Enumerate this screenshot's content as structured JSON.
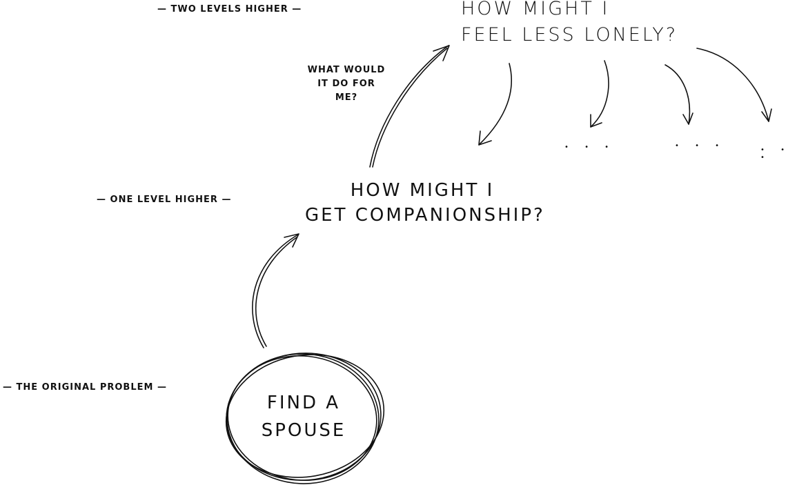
{
  "levels": {
    "two_higher": "— TWO LEVELS HIGHER —",
    "one_higher": "— ONE LEVEL HIGHER —",
    "original": "— THE ORIGINAL PROBLEM —"
  },
  "top_question": {
    "line1": "HOW MIGHT I",
    "line2": "FEEL LESS LONELY?"
  },
  "mid_question": {
    "line1": "HOW MIGHT I",
    "line2": "GET COMPANIONSHIP?"
  },
  "original_problem": {
    "line1": "FIND A",
    "line2": "SPOUSE"
  },
  "side_note": {
    "line1": "WHAT WOULD",
    "line2": "IT DO FOR",
    "line3": "ME?"
  },
  "branch_placeholders": [
    "• • •",
    "• • •",
    "• • •"
  ],
  "colors": {
    "ink": "#111111",
    "paper": "#ffffff"
  }
}
